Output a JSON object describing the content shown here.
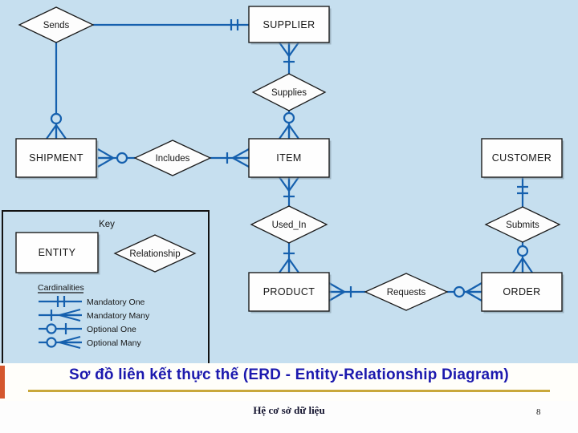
{
  "colors": {
    "diagram_background": "#c6dfef",
    "connector_blue": "#1560ae",
    "shape_outline": "#1c1c1c",
    "title_text": "#1c19ae",
    "title_underline": "#c9a83a",
    "accent_stripe": "#d4572e"
  },
  "erd": {
    "entities": {
      "supplier": "SUPPLIER",
      "shipment": "SHIPMENT",
      "item": "ITEM",
      "customer": "CUSTOMER",
      "product": "PRODUCT",
      "order": "ORDER"
    },
    "relationships": {
      "sends": "Sends",
      "supplies": "Supplies",
      "includes": "Includes",
      "used_in": "Used_In",
      "submits": "Submits",
      "requests": "Requests"
    },
    "connections": [
      {
        "from": "Sends",
        "to": "SUPPLIER",
        "cardinality_at_to": "Mandatory One"
      },
      {
        "from": "Sends",
        "to": "SHIPMENT",
        "cardinality_at_to": "Optional Many"
      },
      {
        "from": "Includes",
        "to": "SHIPMENT",
        "cardinality_at_to": "Optional Many"
      },
      {
        "from": "Includes",
        "to": "ITEM",
        "cardinality_at_to": "Mandatory Many"
      },
      {
        "from": "Supplies",
        "to": "SUPPLIER",
        "cardinality_at_to": "Mandatory Many"
      },
      {
        "from": "Supplies",
        "to": "ITEM",
        "cardinality_at_to": "Optional Many"
      },
      {
        "from": "Used_In",
        "to": "ITEM",
        "cardinality_at_to": "Mandatory Many"
      },
      {
        "from": "Used_In",
        "to": "PRODUCT",
        "cardinality_at_to": "Mandatory Many"
      },
      {
        "from": "Requests",
        "to": "PRODUCT",
        "cardinality_at_to": "Mandatory Many"
      },
      {
        "from": "Requests",
        "to": "ORDER",
        "cardinality_at_to": "Optional Many"
      },
      {
        "from": "Submits",
        "to": "CUSTOMER",
        "cardinality_at_to": "Mandatory One"
      },
      {
        "from": "Submits",
        "to": "ORDER",
        "cardinality_at_to": "Optional Many"
      }
    ],
    "key": {
      "title": "Key",
      "entity_label": "ENTITY",
      "relationship_label": "Relationship",
      "cardinalities_title": "Cardinalities",
      "cardinality_labels": [
        "Mandatory One",
        "Mandatory Many",
        "Optional One",
        "Optional Many"
      ]
    }
  },
  "title_bar": {
    "title": "Sơ đồ liên kết thực thế (ERD - Entity-Relationship Diagram)"
  },
  "footer": {
    "course": "Hệ cơ sở dữ liệu",
    "page": "8"
  }
}
